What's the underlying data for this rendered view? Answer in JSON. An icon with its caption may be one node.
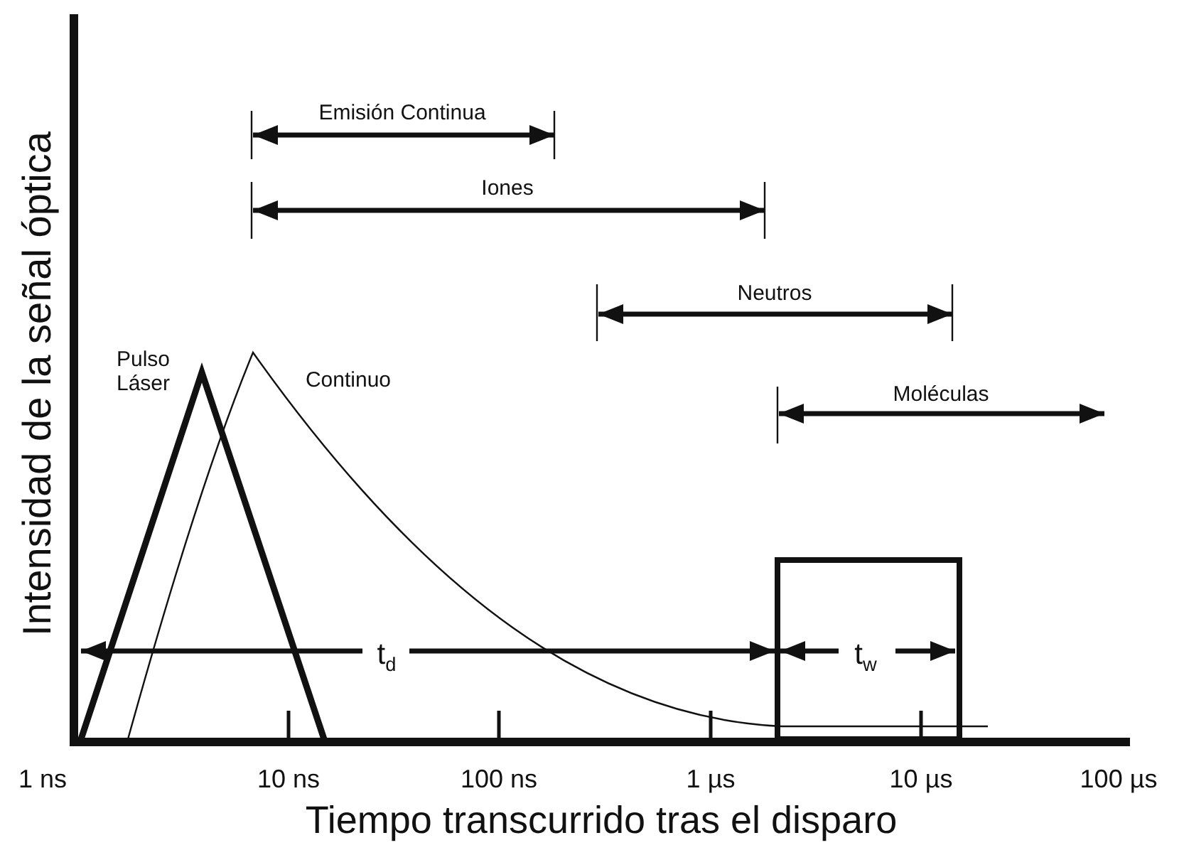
{
  "diagram": {
    "labels": [
      "Emisión Continua",
      "Iones",
      "Neutros",
      "Moléculas",
      "Pulso Láser",
      "Continuo",
      "t$_{d}$",
      "t$_{w}$",
      "1 ns",
      "10 ns",
      "100 ns",
      "1 µs",
      "10 µs",
      "100 µs",
      "Intensidad de la señal óptica",
      "Tiempo transcurrido tras el disparo"
    ]
  }
}
